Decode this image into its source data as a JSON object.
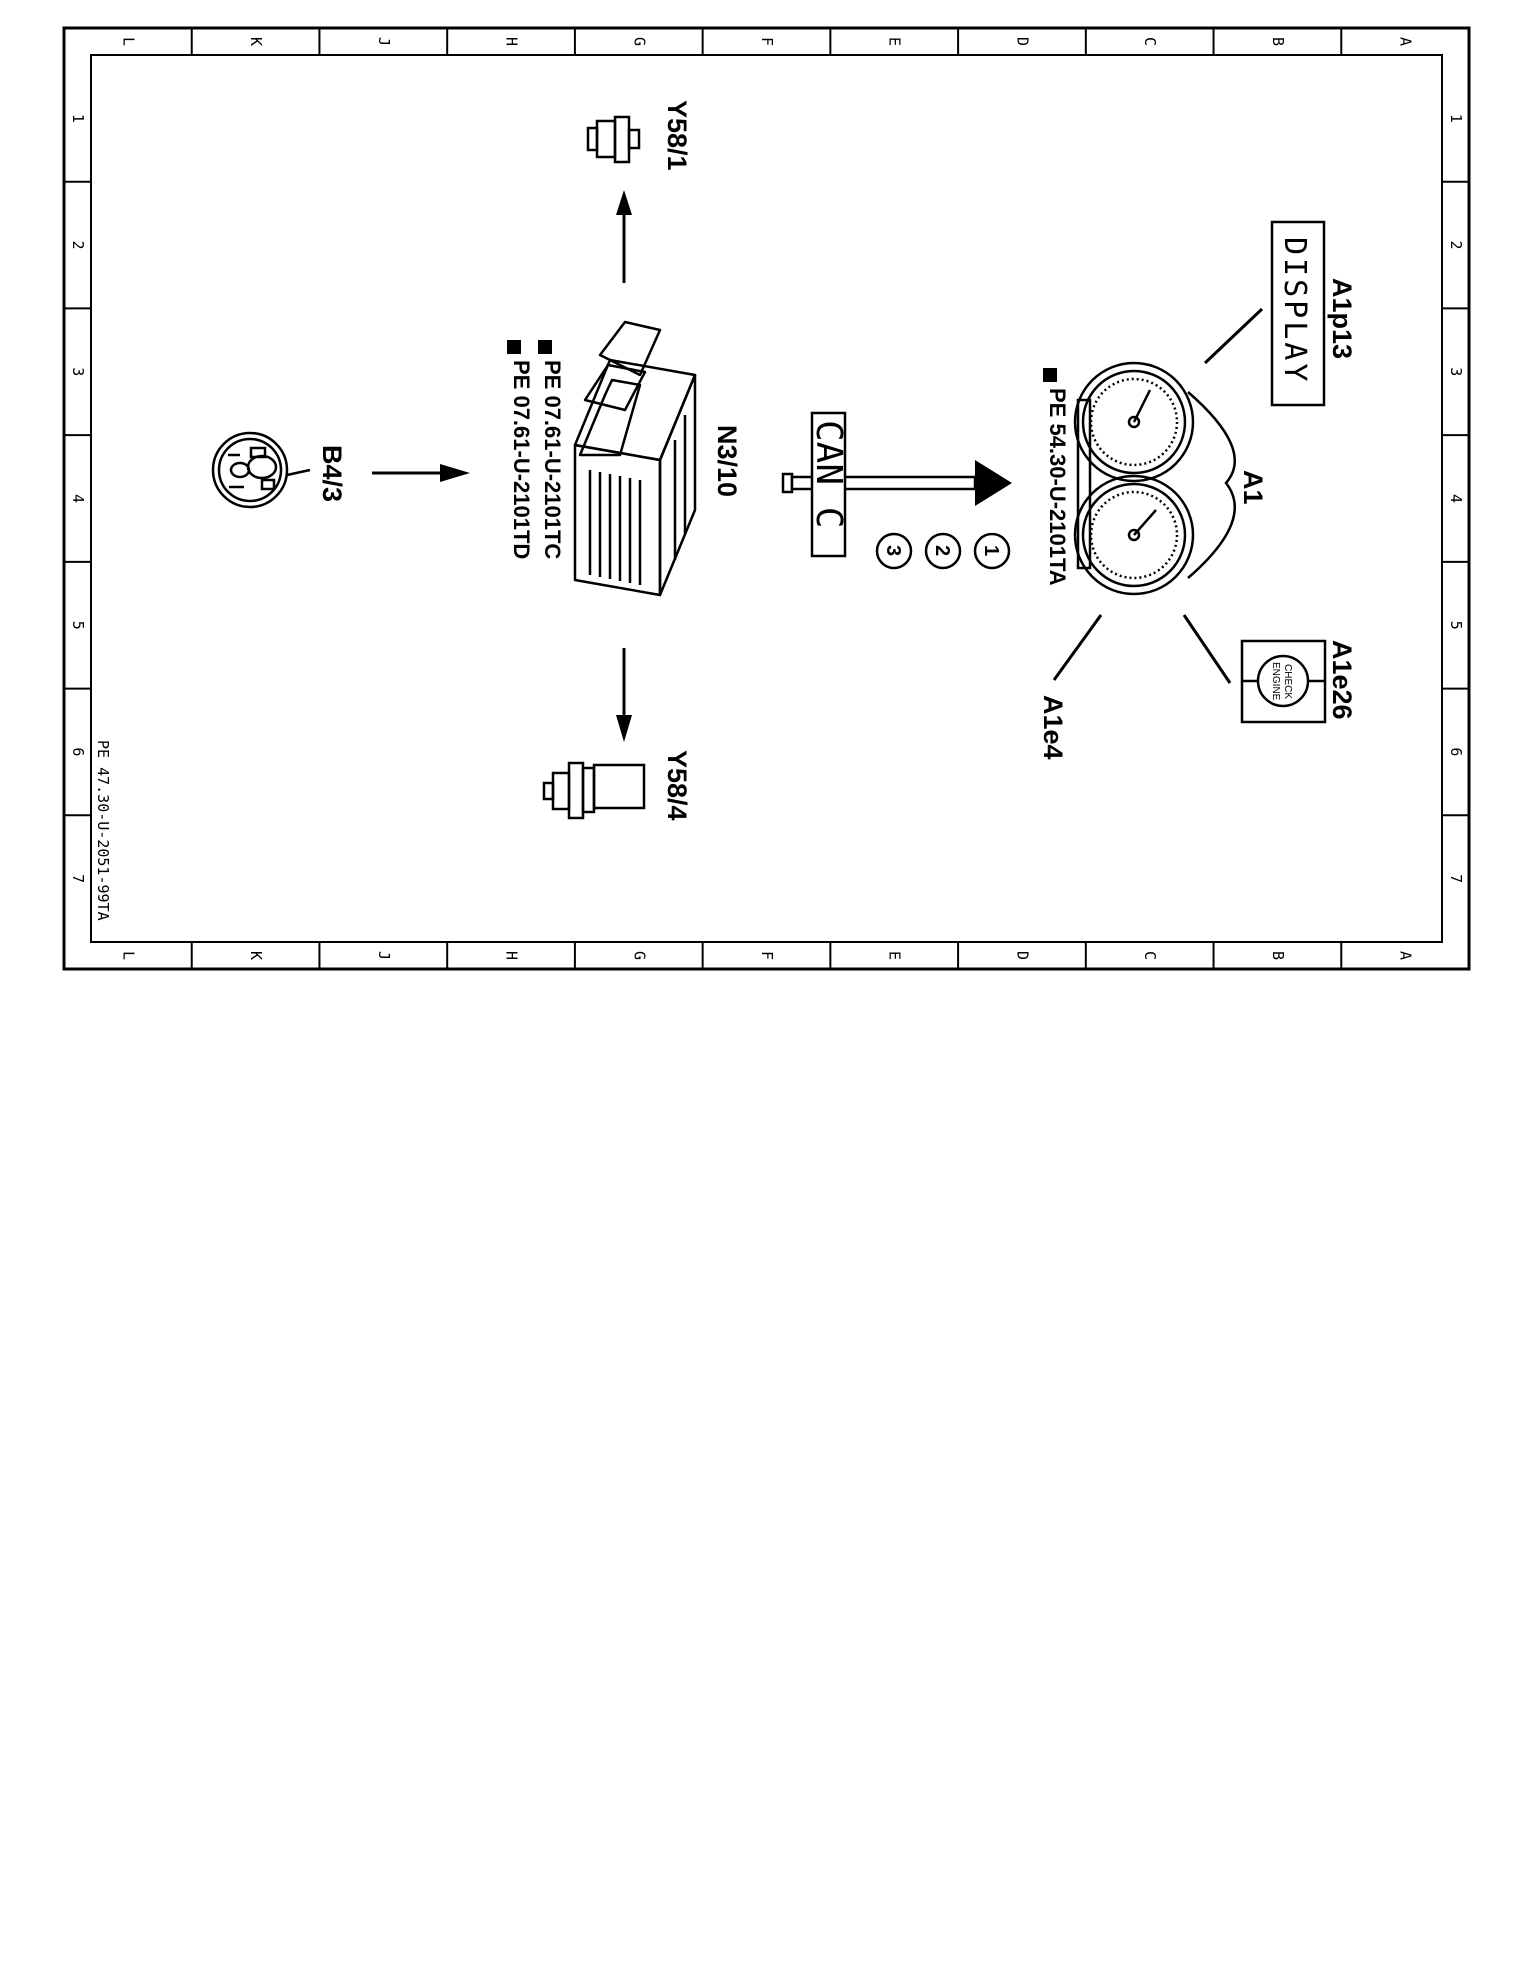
{
  "border": {
    "col_letters": [
      "L",
      "K",
      "J",
      "H",
      "G",
      "F",
      "E",
      "D",
      "C",
      "B",
      "A"
    ],
    "row_numbers": [
      "1",
      "2",
      "3",
      "4",
      "5",
      "6",
      "7"
    ]
  },
  "components": {
    "y58_1": "Y58/1",
    "y58_4": "Y58/4",
    "b4_3": "B4/3",
    "n3_10": "N3/10",
    "a1": "A1",
    "a1p13": "A1p13",
    "a1e26": "A1e26",
    "a1e4": "A1e4"
  },
  "references": {
    "n3_10_ref_1": "PE 07.61-U-2101TC",
    "n3_10_ref_2": "PE 07.61-U-2101TD",
    "a1_ref": "PE 54.30-U-2101TA"
  },
  "bus": {
    "label": "CAN C"
  },
  "display_text": "DISPLAY",
  "check_engine": {
    "line1": "CHECK",
    "line2": "ENGINE"
  },
  "signal_numbers": [
    "1",
    "2",
    "3"
  ],
  "doc_id": "PE 47.30-U-2051-99TA"
}
